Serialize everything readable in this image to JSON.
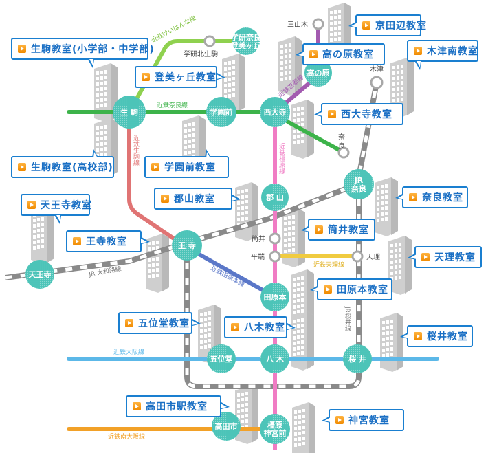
{
  "map": {
    "colors": {
      "callout_border": "#1a7fd0",
      "callout_text": "#1a6fc4",
      "play_icon": "#f39a1e",
      "station_fill": "#4cc4b8",
      "building": "#c8c8c8"
    },
    "lines": [
      {
        "id": "keihanna",
        "name": "近鉄けいはんな線",
        "color": "#8fd14f",
        "style": "solid"
      },
      {
        "id": "nara",
        "name": "近鉄奈良線",
        "color": "#3db34a",
        "style": "solid"
      },
      {
        "id": "kyoto",
        "name": "近鉄京都線",
        "color": "#a35bb0",
        "style": "solid"
      },
      {
        "id": "ikoma",
        "name": "近鉄生駒線",
        "color": "#e07474",
        "style": "solid"
      },
      {
        "id": "kashihara",
        "name": "近鉄橿原線",
        "color": "#f07cc4",
        "style": "solid"
      },
      {
        "id": "tawaramoto",
        "name": "近鉄田原本線",
        "color": "#5a77c8",
        "style": "solid"
      },
      {
        "id": "tenri",
        "name": "近鉄天理線",
        "color": "#f0cb40",
        "style": "solid"
      },
      {
        "id": "osaka",
        "name": "近鉄大阪線",
        "color": "#5cb8e8",
        "style": "solid"
      },
      {
        "id": "minami_osaka",
        "name": "近鉄南大阪線",
        "color": "#f2a128",
        "style": "solid"
      },
      {
        "id": "yamatoji",
        "name": "JR 大和路線",
        "color": "#8a8a8a",
        "style": "jr"
      },
      {
        "id": "sakurai",
        "name": "JR桜井線",
        "color": "#8a8a8a",
        "style": "jr"
      }
    ],
    "stations": [
      {
        "id": "ikoma",
        "name": "生 駒"
      },
      {
        "id": "gakuenmae",
        "name": "学園前"
      },
      {
        "id": "saidaiji",
        "name": "西大寺"
      },
      {
        "id": "gakken_nara_tomigaoka",
        "name": "学研奈良\n登美ヶ丘"
      },
      {
        "id": "takanohara",
        "name": "高の原"
      },
      {
        "id": "jr_nara",
        "name": "JR\n奈良"
      },
      {
        "id": "koriyama",
        "name": "郡 山"
      },
      {
        "id": "oji",
        "name": "王 寺"
      },
      {
        "id": "tennoji",
        "name": "天王寺"
      },
      {
        "id": "tawaramoto",
        "name": "田原本"
      },
      {
        "id": "goido",
        "name": "五位堂"
      },
      {
        "id": "yagi",
        "name": "八 木"
      },
      {
        "id": "sakurai",
        "name": "桜 井"
      },
      {
        "id": "takadashi",
        "name": "高田市"
      },
      {
        "id": "kashiharajingumae",
        "name": "橿原\n神宮前"
      }
    ],
    "minor_stations": [
      {
        "id": "gakken_kita_ikoma",
        "name": "学研北生駒"
      },
      {
        "id": "yamadagawa",
        "name": "三山木"
      },
      {
        "id": "kizu",
        "name": "木津"
      },
      {
        "id": "kintetsu_nara",
        "name": "奈\n良"
      },
      {
        "id": "tsutsui",
        "name": "筒井"
      },
      {
        "id": "hirahata",
        "name": "平端"
      },
      {
        "id": "tenri",
        "name": "天理"
      }
    ],
    "classrooms": [
      {
        "id": "ikoma_jr",
        "label": "生駒教室(小学部・中学部)"
      },
      {
        "id": "tomigaoka",
        "label": "登美ヶ丘教室"
      },
      {
        "id": "kyotanabe",
        "label": "京田辺教室"
      },
      {
        "id": "takanohara",
        "label": "高の原教室"
      },
      {
        "id": "kizuminami",
        "label": "木津南教室"
      },
      {
        "id": "saidaiji",
        "label": "西大寺教室"
      },
      {
        "id": "ikoma_hs",
        "label": "生駒教室(高校部)"
      },
      {
        "id": "gakuenmae",
        "label": "学園前教室"
      },
      {
        "id": "koriyama",
        "label": "郡山教室"
      },
      {
        "id": "tennoji",
        "label": "天王寺教室"
      },
      {
        "id": "nara",
        "label": "奈良教室"
      },
      {
        "id": "tsutsui",
        "label": "筒井教室"
      },
      {
        "id": "oji",
        "label": "王寺教室"
      },
      {
        "id": "tenri",
        "label": "天理教室"
      },
      {
        "id": "tawaramoto",
        "label": "田原本教室"
      },
      {
        "id": "goido",
        "label": "五位堂教室"
      },
      {
        "id": "yagi",
        "label": "八木教室"
      },
      {
        "id": "sakurai",
        "label": "桜井教室"
      },
      {
        "id": "takadashi",
        "label": "高田市駅教室"
      },
      {
        "id": "jingu",
        "label": "神宮教室"
      }
    ]
  }
}
